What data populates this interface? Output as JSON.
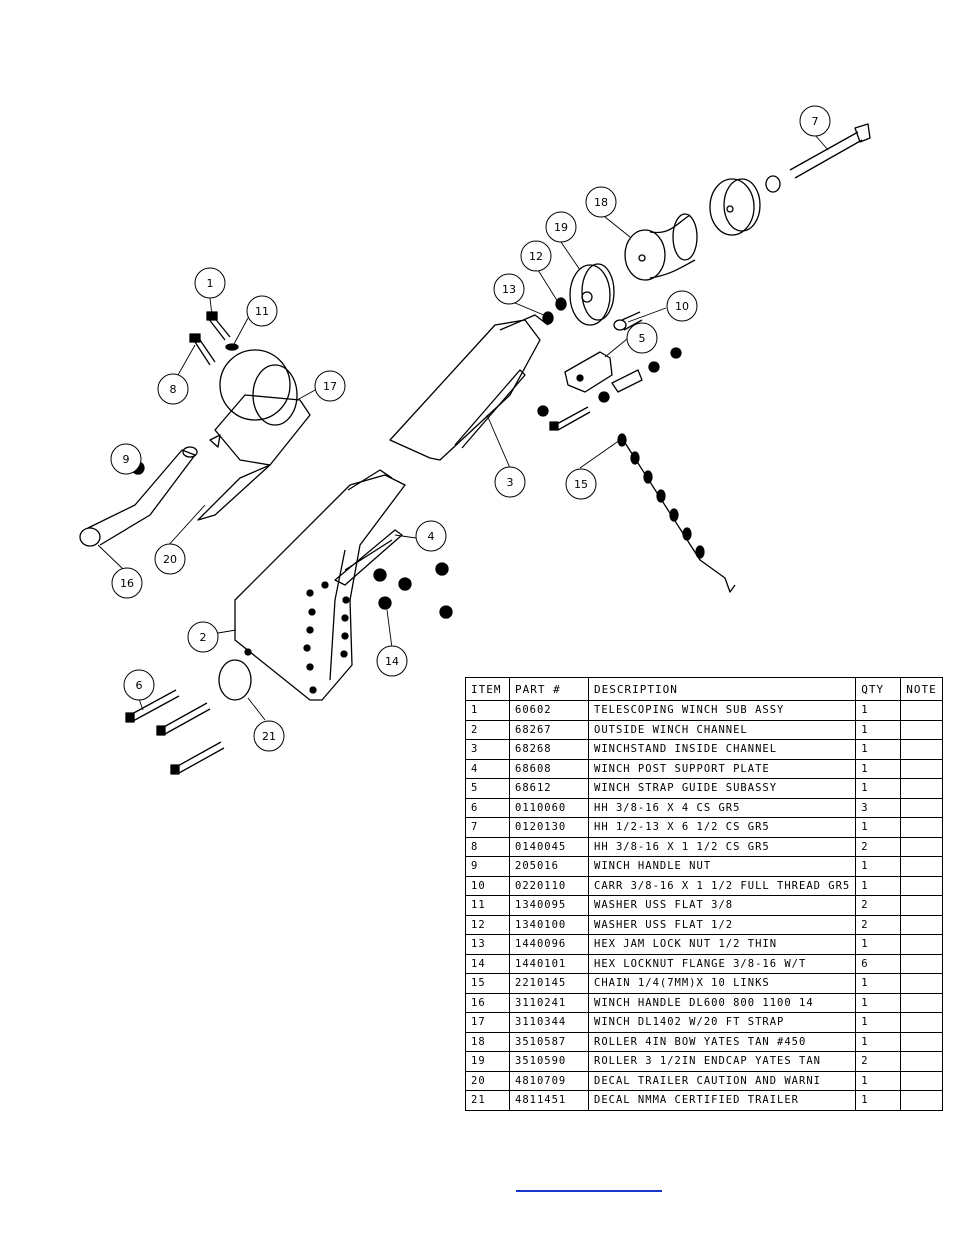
{
  "callouts": [
    "1",
    "2",
    "3",
    "4",
    "5",
    "6",
    "7",
    "8",
    "9",
    "10",
    "11",
    "12",
    "13",
    "14",
    "15",
    "16",
    "17",
    "18",
    "19",
    "20",
    "21"
  ],
  "bom": {
    "headers": [
      "ITEM",
      "PART #",
      "DESCRIPTION",
      "QTY",
      "NOTE"
    ],
    "rows": [
      [
        "1",
        "60602",
        "TELESCOPING WINCH SUB ASSY",
        "1",
        ""
      ],
      [
        "2",
        "68267",
        "OUTSIDE WINCH CHANNEL",
        "1",
        ""
      ],
      [
        "3",
        "68268",
        "WINCHSTAND   INSIDE CHANNEL",
        "1",
        ""
      ],
      [
        "4",
        "68608",
        "WINCH POST SUPPORT PLATE",
        "1",
        ""
      ],
      [
        "5",
        "68612",
        "WINCH STRAP GUIDE SUBASSY",
        "1",
        ""
      ],
      [
        "6",
        "0110060",
        "HH 3/8-16 X 4 CS GR5",
        "3",
        ""
      ],
      [
        "7",
        "0120130",
        "HH 1/2-13 X 6 1/2 CS GR5",
        "1",
        ""
      ],
      [
        "8",
        "0140045",
        "HH 3/8-16 X 1 1/2 CS GR5",
        "2",
        ""
      ],
      [
        "9",
        "205016",
        "WINCH HANDLE NUT",
        "1",
        ""
      ],
      [
        "10",
        "0220110",
        "CARR 3/8-16 X 1 1/2 FULL THREAD GR5",
        "1",
        ""
      ],
      [
        "11",
        "1340095",
        "WASHER USS FLAT 3/8",
        "2",
        ""
      ],
      [
        "12",
        "1340100",
        "WASHER USS FLAT 1/2",
        "2",
        ""
      ],
      [
        "13",
        "1440096",
        "HEX JAM LOCK NUT 1/2 THIN",
        "1",
        ""
      ],
      [
        "14",
        "1440101",
        "HEX LOCKNUT FLANGE 3/8-16 W/T",
        "6",
        ""
      ],
      [
        "15",
        "2210145",
        "CHAIN 1/4(7MM)X 10 LINKS",
        "1",
        ""
      ],
      [
        "16",
        "3110241",
        "WINCH HANDLE   DL600 800 1100 14",
        "1",
        ""
      ],
      [
        "17",
        "3110344",
        "WINCH DL1402 W/20 FT STRAP",
        "1",
        ""
      ],
      [
        "18",
        "3510587",
        "ROLLER 4IN BOW YATES TAN #450",
        "1",
        ""
      ],
      [
        "19",
        "3510590",
        "ROLLER 3 1/2IN ENDCAP YATES TAN",
        "2",
        ""
      ],
      [
        "20",
        "4810709",
        "DECAL TRAILER CAUTION AND WARNI",
        "1",
        ""
      ],
      [
        "21",
        "4811451",
        "DECAL NMMA CERTIFIED TRAILER",
        "1",
        ""
      ]
    ]
  }
}
